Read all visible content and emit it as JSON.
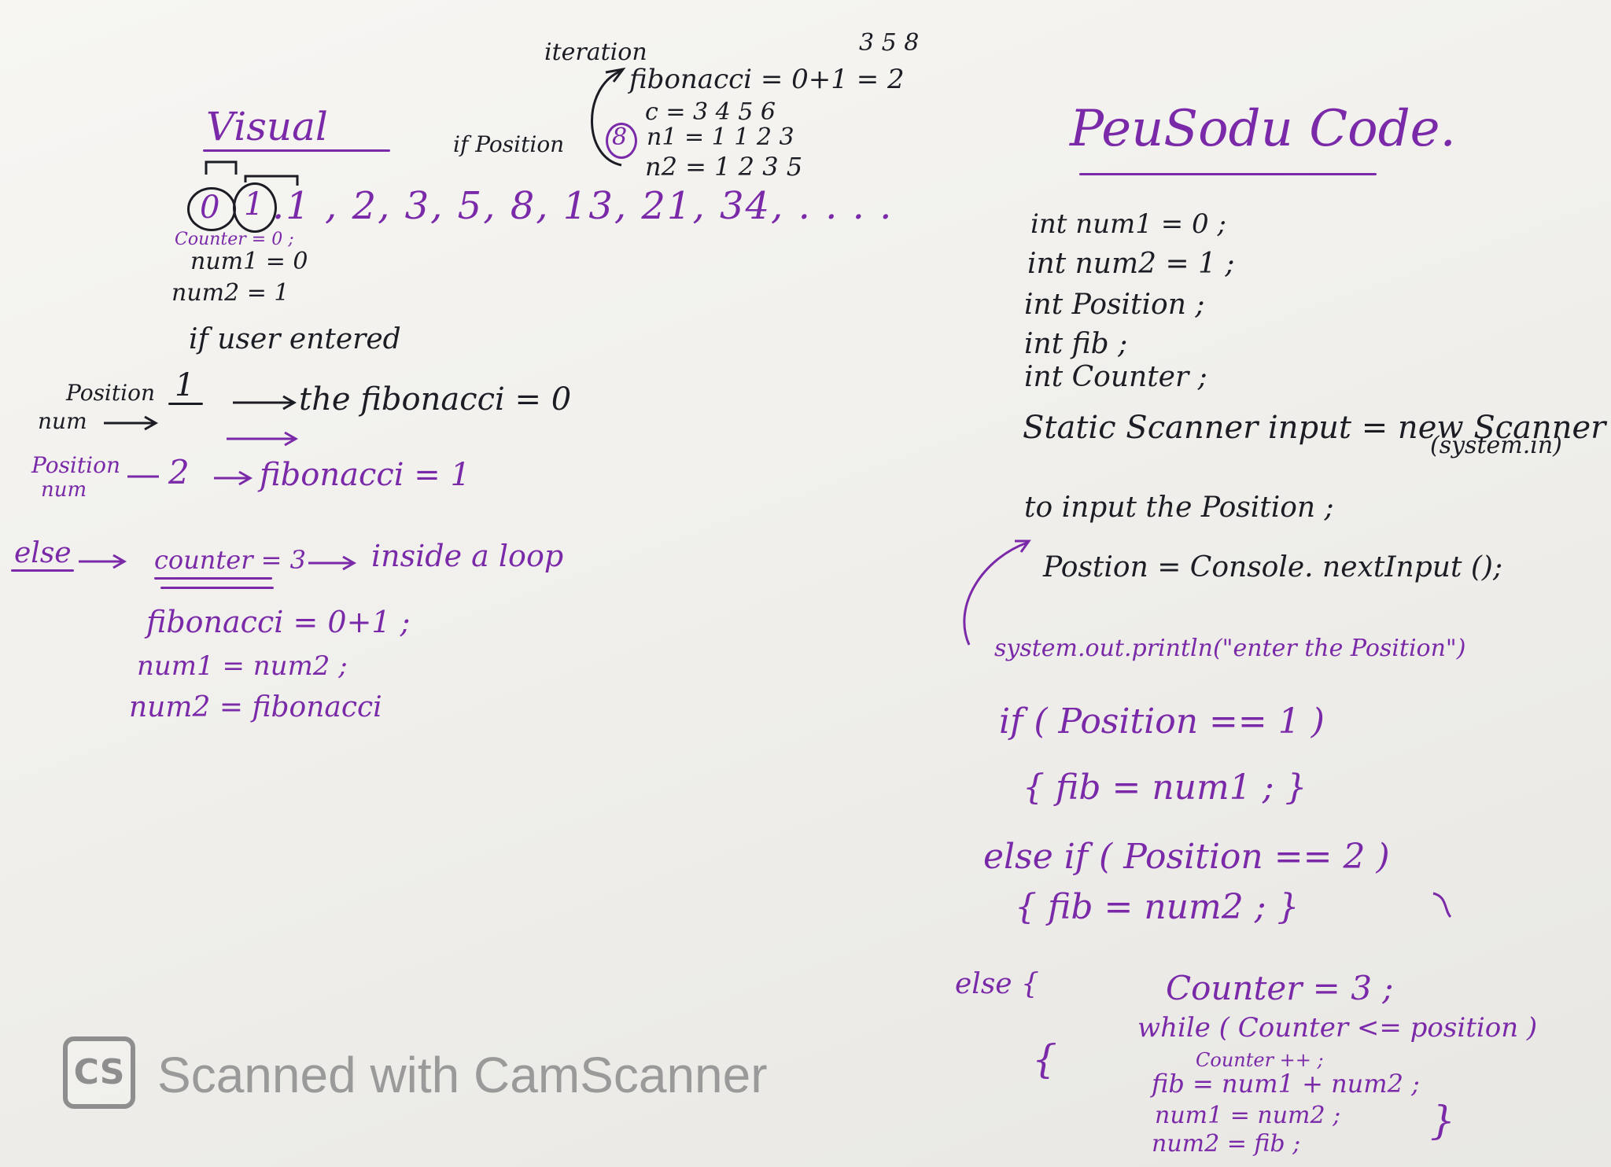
{
  "visual": {
    "title": "Visual",
    "sequence_first": "0",
    "sequence_second": "1",
    "sequence_rest": ".1 , 2, 3, 5, 8, 13, 21, 34, . . . .",
    "init_counter": "Counter = 0 ;",
    "init_num1": "num1 = 0",
    "init_num2": "num2 = 1",
    "if_user_entered": "if user entered",
    "position1_label": "Position",
    "position1_value": "1",
    "num_label_1": "num",
    "fib_result_1": "the fibonacci = 0",
    "position2_label": "Position",
    "num_label_2": "num",
    "position2_value": "2",
    "fib_result_2": "fibonacci = 1",
    "else_label": "else",
    "counter3": "counter = 3",
    "inside_loop": "inside a loop",
    "step_fib": "fibonacci = 0+1 ;",
    "step_num1": "num1 = num2 ;",
    "step_num2": "num2 = fibonacci"
  },
  "iteration": {
    "title": "iteration",
    "if_position": "if Position",
    "position_value": "8",
    "fib_line": "fibonacci = 0+1 = 2",
    "fib_extra": "3 5 8",
    "c_line": "c = 3 4 5 6",
    "n1_line": "n1 = 1 1 2 3",
    "n2_line": "n2 = 1 2 3 5"
  },
  "pseudo": {
    "title": "PeuSodu Code.",
    "lines": [
      "int num1 = 0 ;",
      "int num2 = 1 ;",
      "int Position ;",
      "int fib ;",
      "int Counter ;",
      "Static Scanner input = new Scanner",
      "(system.in)",
      "to input the Position ;",
      "Postion = Console. nextInput ();",
      "system.out.println(\"enter the Position\")",
      "if ( Position == 1 )",
      "{ fib = num1 ; }",
      "else if ( Position == 2 )",
      "{ fib = num2 ; }",
      "else {",
      "Counter = 3 ;",
      "while ( Counter <= position )",
      "{",
      "Counter ++ ;",
      "fib = num1 + num2 ;",
      "num1 = num2 ;",
      "num2 = fib ;",
      "}"
    ]
  },
  "watermark": {
    "logo": "CS",
    "text": "Scanned with CamScanner"
  }
}
